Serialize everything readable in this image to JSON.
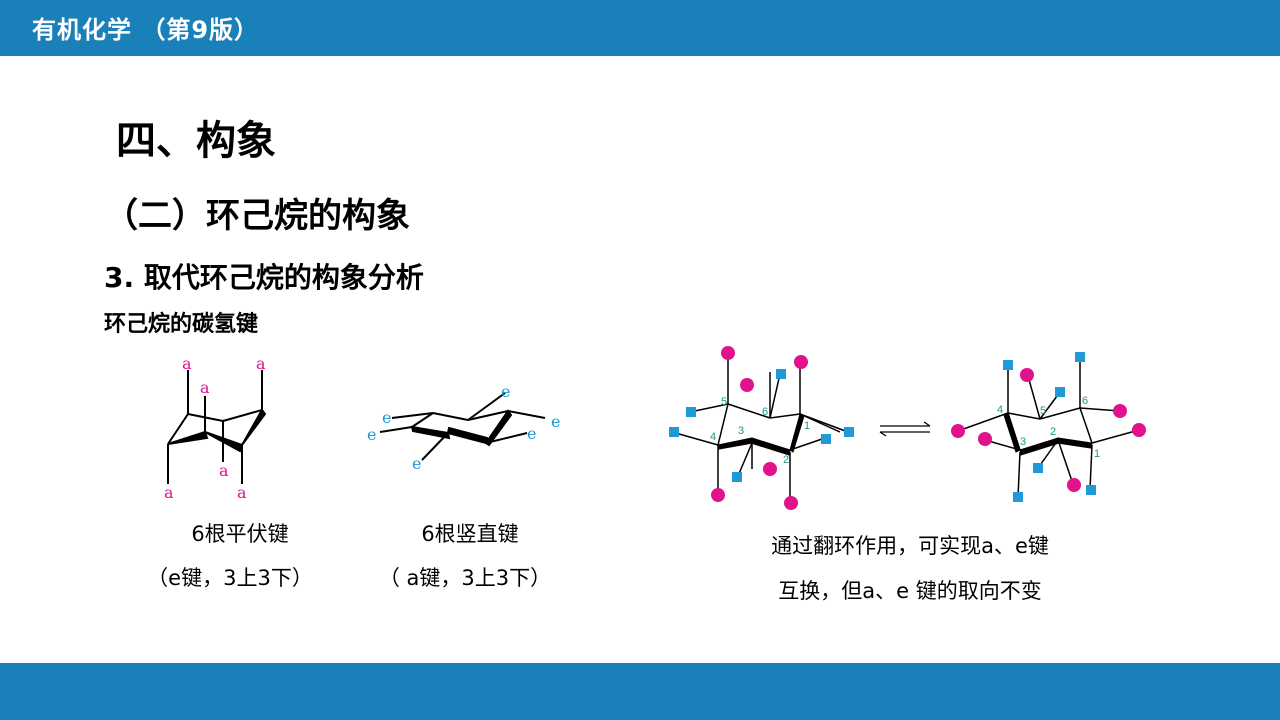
{
  "header": {
    "title": "有机化学 （第9版）"
  },
  "headings": {
    "section": "四、构象",
    "subsection": "（二）环己烷的构象",
    "topic": "3. 取代环己烷的构象分析",
    "subtopic": "环己烷的碳氢键"
  },
  "figure_axial": {
    "labels": [
      "a",
      "a",
      "a",
      "a",
      "a",
      "a"
    ],
    "caption_line1": "6根平伏键",
    "caption_line2": "（e键，3上3下）"
  },
  "figure_equatorial": {
    "labels": [
      "e",
      "e",
      "e",
      "e",
      "e",
      "e"
    ],
    "caption_line1": "6根竖直键",
    "caption_line2": "（ a键，3上3下）"
  },
  "figure_flip": {
    "left_numbers": [
      "5",
      "6",
      "4",
      "3",
      "1",
      "2"
    ],
    "right_numbers": [
      "4",
      "5",
      "6",
      "3",
      "2",
      "1"
    ],
    "equilibrium_symbol": "⇌",
    "caption_line1": "通过翻环作用，可实现a、e键",
    "caption_line2": "互换，但a、e 键的取向不变",
    "colors": {
      "axial_marker": "#e0138c",
      "equatorial_marker": "#1f9ad6"
    }
  }
}
